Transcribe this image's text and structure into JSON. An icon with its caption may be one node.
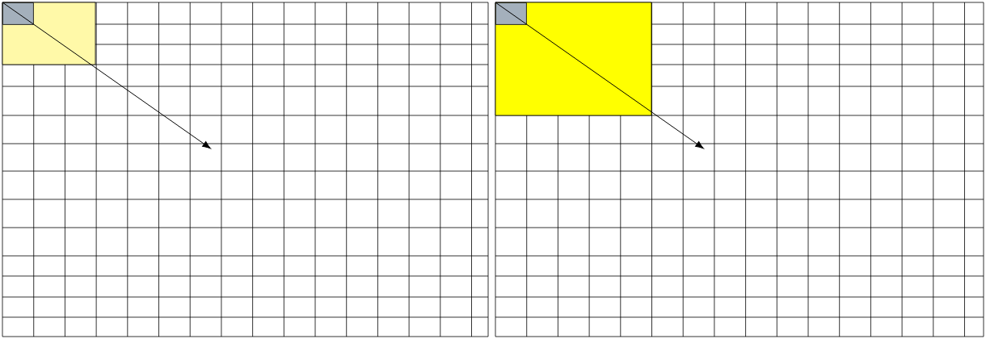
{
  "diagram": {
    "nodes": [
      {
        "text": [],
        "shape": "box"
      },
      {
        "text": [],
        "shape": "box"
      }
    ],
    "edges": [
      {
        "from": 0,
        "to": null,
        "arrow": "to"
      },
      {
        "from": 1,
        "to": null,
        "arrow": "to"
      }
    ]
  }
}
